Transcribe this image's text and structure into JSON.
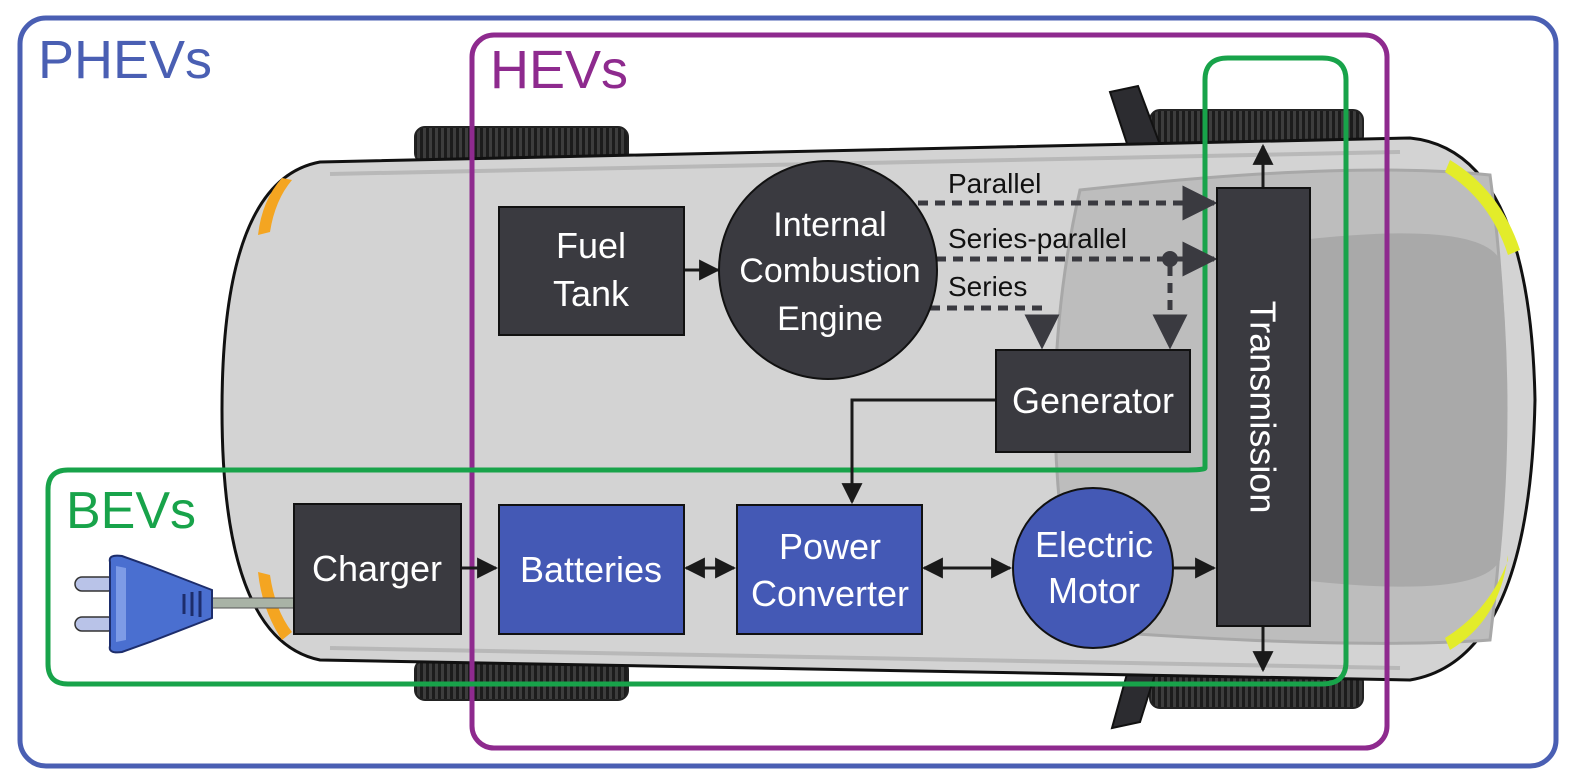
{
  "groups": {
    "phevs": "PHEVs",
    "hevs": "HEVs",
    "bevs": "BEVs"
  },
  "components": {
    "fuel_tank": [
      "Fuel",
      "Tank"
    ],
    "engine": [
      "Internal",
      "Combustion",
      "Engine"
    ],
    "generator": "Generator",
    "transmission": "Transmission",
    "charger": "Charger",
    "batteries": "Batteries",
    "power_converter": [
      "Power",
      "Converter"
    ],
    "electric_motor": [
      "Electric",
      "Motor"
    ]
  },
  "paths": {
    "parallel": "Parallel",
    "series_parallel": "Series-parallel",
    "series": "Series"
  },
  "colors": {
    "phevs": "#4a5fb3",
    "hevs": "#8e2a8e",
    "bevs": "#18a34a",
    "dark_box": "#3a3a40",
    "blue_box": "#4459b5",
    "car_body": "#d3d3d3"
  }
}
